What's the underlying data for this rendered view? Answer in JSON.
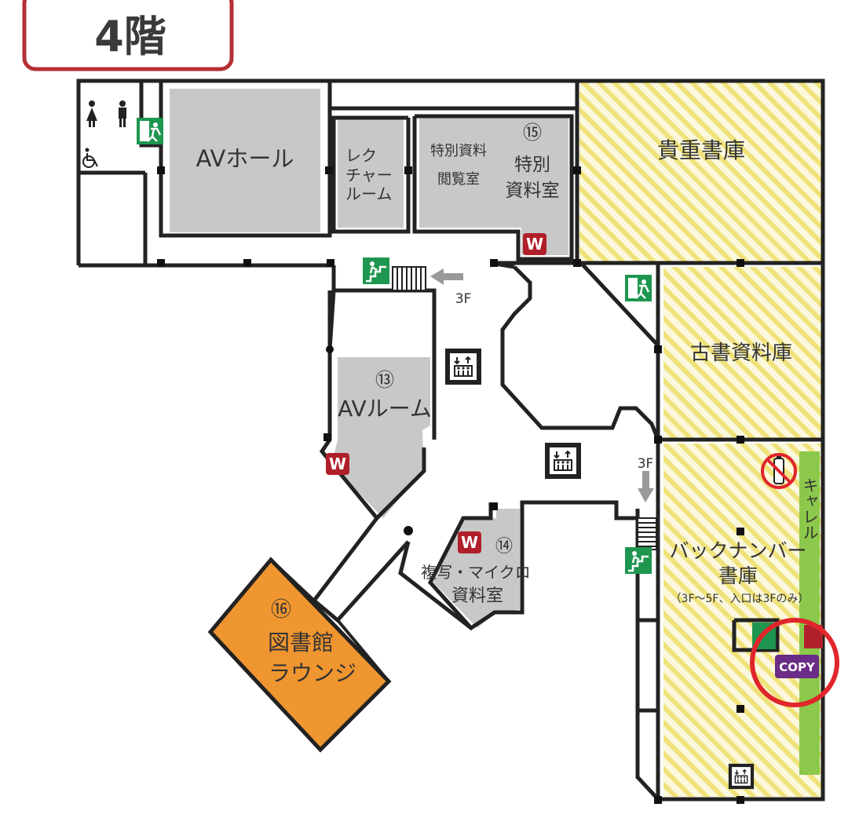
{
  "floor": {
    "label": "4階"
  },
  "colors": {
    "room_gray": "#c8c8c8",
    "lounge_orange": "#ef9630",
    "stack_yellow_hatch": "#f2e68a",
    "carrel_green": "#8cc84b",
    "exit_green": "#1e9650",
    "wifi_red": "#b0202a",
    "copy_purple": "#6a2c86",
    "highlight_red": "#e0262b",
    "floor_title_border": "#b52f35"
  },
  "rooms": {
    "av_hall": {
      "label": "AVホール"
    },
    "lecture_room": {
      "lines": [
        "レク",
        "チャー",
        "ルーム"
      ]
    },
    "special_reading": {
      "lines": [
        "特別資料",
        "閲覧室"
      ]
    },
    "special_archive": {
      "number": "⑮",
      "lines": [
        "特別",
        "資料室"
      ]
    },
    "rare_books": {
      "label": "貴重書庫"
    },
    "old_books": {
      "label": "古書資料庫"
    },
    "av_room": {
      "number": "⑬",
      "label": "AVルーム"
    },
    "copy_micro": {
      "number": "⑭",
      "lines": [
        "複写・マイクロ",
        "資料室"
      ]
    },
    "lounge": {
      "number": "⑯",
      "lines": [
        "図書館",
        "ラウンジ"
      ]
    },
    "back_number": {
      "lines": [
        "バックナンバー",
        "書庫"
      ],
      "note": "（3F〜5F、入口は3Fのみ）"
    },
    "carrel": {
      "label": "キャレル"
    }
  },
  "stairs": {
    "to_3f_top": "3F",
    "to_3f_right": "3F"
  },
  "badges": {
    "wifi": "W",
    "copy": "COPY"
  },
  "icons": [
    "male-restroom-icon",
    "female-restroom-icon",
    "wheelchair-icon",
    "emergency-exit-icon",
    "elevator-icon",
    "wifi-badge-icon",
    "no-drinks-icon",
    "copy-machine-icon",
    "arrow-icon"
  ]
}
